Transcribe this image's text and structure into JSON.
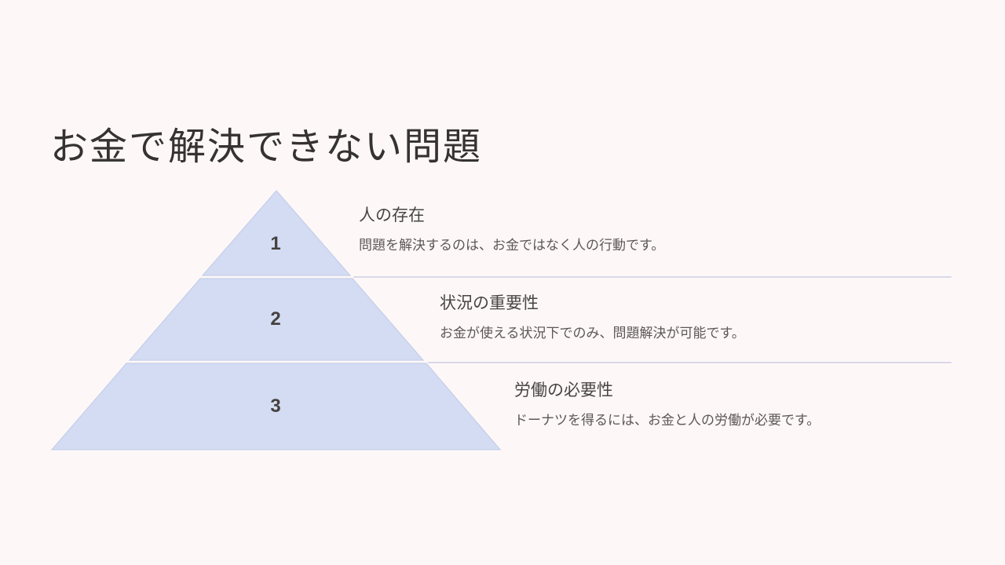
{
  "slide": {
    "title": "お金で解決できない問題",
    "colors": {
      "background": "#FDF8F7",
      "pyramid_fill": "#D3DCF2",
      "pyramid_border": "#C5CEEA",
      "divider": "#D9D8E8"
    },
    "pyramid": {
      "levels": [
        {
          "number": "1",
          "heading": "人の存在",
          "description": "問題を解決するのは、お金ではなく人の行動です。"
        },
        {
          "number": "2",
          "heading": "状況の重要性",
          "description": "お金が使える状況下でのみ、問題解決が可能です。"
        },
        {
          "number": "3",
          "heading": "労働の必要性",
          "description": "ドーナツを得るには、お金と人の労働が必要です。"
        }
      ]
    }
  }
}
